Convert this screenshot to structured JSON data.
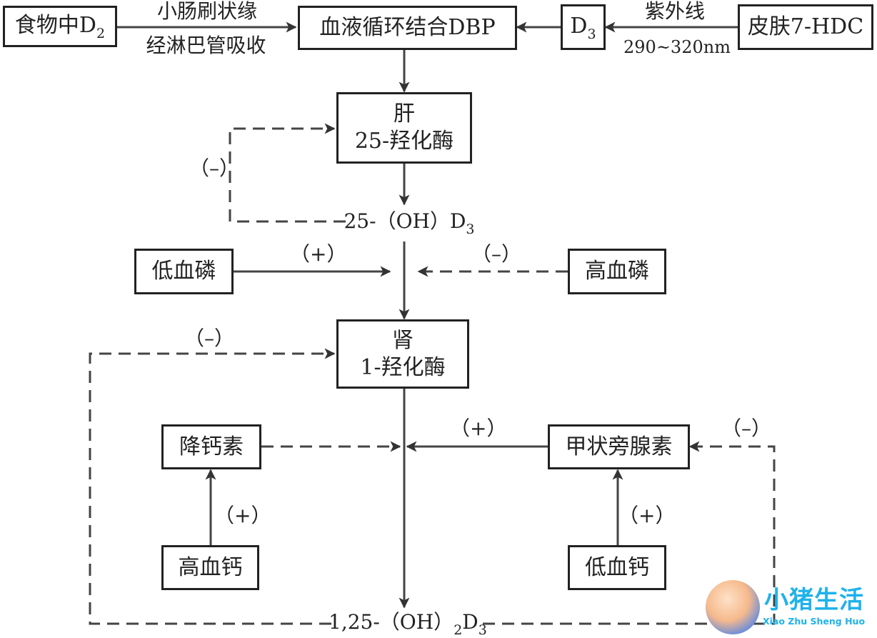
{
  "nodes": {
    "food_d2": {
      "text": "食物中D",
      "sub": "2"
    },
    "blood_dbp": {
      "text": "血液循环结合DBP"
    },
    "d3": {
      "text": "D",
      "sub": "3"
    },
    "skin_7hdc": {
      "text": "皮肤7-HDC"
    },
    "liver": {
      "line1": "肝",
      "line2": "25-羟化酶"
    },
    "low_phosphate": {
      "text": "低血磷"
    },
    "high_phosphate": {
      "text": "高血磷"
    },
    "kidney": {
      "line1": "肾",
      "line2": "1-羟化酶"
    },
    "calcitonin": {
      "text": "降钙素"
    },
    "pth": {
      "text": "甲状旁腺素"
    },
    "high_calcium": {
      "text": "高血钙"
    },
    "low_calcium": {
      "text": "低血钙"
    }
  },
  "labels": {
    "intestine_top": "小肠刷状缘",
    "intestine_bottom": "经淋巴管吸收",
    "uv": "紫外线",
    "wavelength": "290~320nm",
    "hydroxy_d3_prefix": "25-（OH）D",
    "hydroxy_d3_sub": "3",
    "dihydroxy_prefix": "1,25-（OH）",
    "dihydroxy_sub1": "2",
    "dihydroxy_mid": "D",
    "dihydroxy_sub2": "3",
    "liver_feedback_sign": "（–）",
    "low_phosphate_sign": "（+）",
    "high_phosphate_sign": "（–）",
    "kidney_feedback_sign": "（–）",
    "pth_sign": "（+）",
    "pth_feedback_sign": "（–）",
    "high_calcium_sign": "（+）",
    "low_calcium_sign": "（+）"
  },
  "watermark": {
    "title": "小猪生活",
    "subtitle": "Xiao Zhu Sheng Huo"
  }
}
